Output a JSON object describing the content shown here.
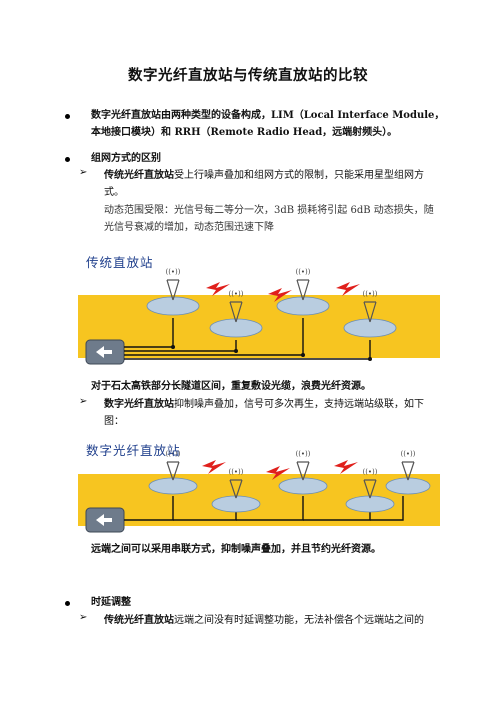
{
  "title": "数字光纤直放站与传统直放站的比较",
  "intro": {
    "line1": "数字光纤直放站由两种类型的设备构成，LIM（Local Interface Module，",
    "line2": "本地接口模块）和 RRH（Remote Radio Head，远端射频头）。"
  },
  "section1": {
    "heading": "组网方式的区别",
    "traditional": {
      "term": "传统光纤直放站",
      "line1_rest": "受上行噪声叠加和组网方式的限制，只能采用星型组网方",
      "line2": "式。",
      "line3": "动态范围受限：光信号每二等分一次，3dB 损耗将引起 6dB 动态损失，随",
      "line4": "光信号衰减的增加，动态范围迅速下降"
    },
    "fig1_title": "传统直放站",
    "fig1_caption": "对于石太高铁部分长隧道区间，重复敷设光缆，浪费光纤资源。",
    "digital": {
      "term": "数字光纤直放站",
      "line1_rest": "抑制噪声叠加，信号可多次再生，支持远端站级联，如下",
      "line2": "图："
    },
    "fig2_title": "数字光纤直放站",
    "fig2_caption": "远端之间可以采用串联方式，抑制噪声叠加，并且节约光纤资源。"
  },
  "section2": {
    "heading": "时延调整",
    "traditional_term": "传统光纤直放站",
    "traditional_rest": "远端之间没有时延调整功能，无法补偿各个远端站之间的"
  },
  "colors": {
    "band": "#f7c520",
    "lightning": "#e0201c",
    "fig_title": "#1f3f8c",
    "hex": "#b9cde0"
  }
}
